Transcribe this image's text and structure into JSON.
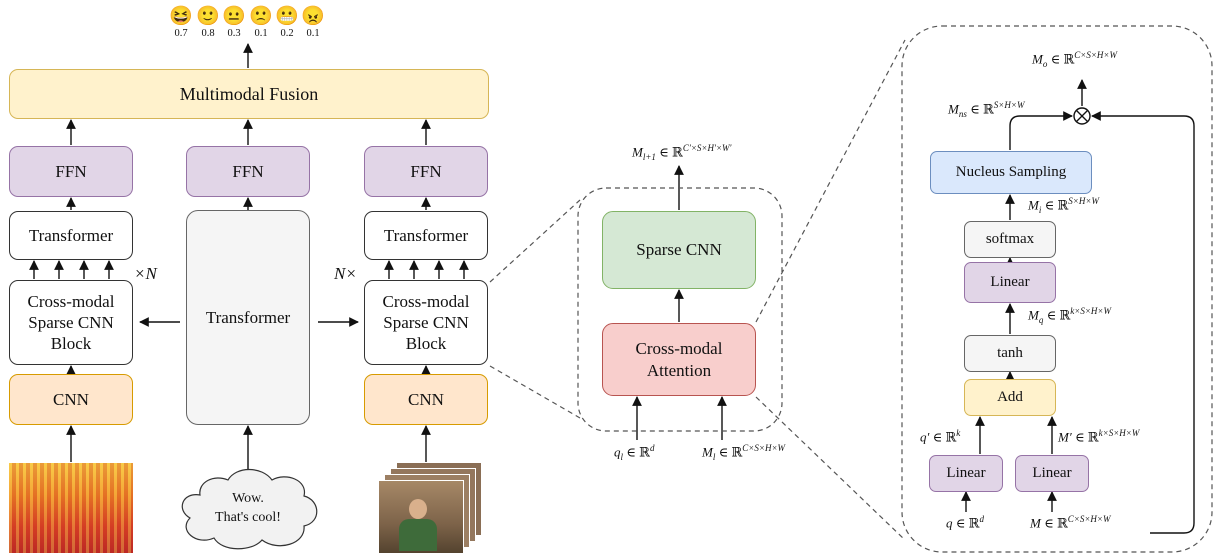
{
  "emojis": {
    "items": [
      {
        "icon": "laughing-face-icon",
        "glyph": "😆",
        "score": "0.7"
      },
      {
        "icon": "smiling-face-icon",
        "glyph": "🙂",
        "score": "0.8"
      },
      {
        "icon": "neutral-face-icon",
        "glyph": "😐",
        "score": "0.3"
      },
      {
        "icon": "sad-face-icon",
        "glyph": "🙁",
        "score": "0.1"
      },
      {
        "icon": "grimacing-face-icon",
        "glyph": "😬",
        "score": "0.2"
      },
      {
        "icon": "angry-face-icon",
        "glyph": "😠",
        "score": "0.1"
      }
    ]
  },
  "left": {
    "fusion": "Multimodal Fusion",
    "ffn": "FFN",
    "transformer": "Transformer",
    "block_line1": "Cross-modal",
    "block_line2": "Sparse CNN",
    "block_line3": "Block",
    "cnn": "CNN",
    "times_n_right": "×N",
    "times_n_left": "N×",
    "speech_line1": "Wow.",
    "speech_line2": "That's cool!"
  },
  "middle": {
    "sparse_cnn": "Sparse CNN",
    "attn_line1": "Cross-modal",
    "attn_line2": "Attention",
    "out_label": "M",
    "out_sub": "l+1",
    "out_sup": "C′×S×H′×W′",
    "q_label": "q",
    "q_sub": "l",
    "q_sup": "d",
    "m_label": "M",
    "m_sub": "l",
    "m_sup": "C×S×H×W"
  },
  "right": {
    "nucleus": "Nucleus Sampling",
    "softmax": "softmax",
    "linear": "Linear",
    "tanh": "tanh",
    "add": "Add",
    "mo_label": "M",
    "mo_sub": "o",
    "mo_sup": "C×S×H×W",
    "mns_label": "M",
    "mns_sub": "ns",
    "mns_sup": "S×H×W",
    "mi_label": "M",
    "mi_sub": "i",
    "mi_sup": "S×H×W",
    "mq_label": "M",
    "mq_sub": "q",
    "mq_sup": "k×S×H×W",
    "qp_label": "q′",
    "qp_sup": "k",
    "mp_label": "M′",
    "mp_sup": "k×S×H×W",
    "q_label": "q",
    "q_sup": "d",
    "m_label": "M",
    "m_sup": "C×S×H×W",
    "in_symbol": "∈ ℝ",
    "otimes": "⊗"
  }
}
